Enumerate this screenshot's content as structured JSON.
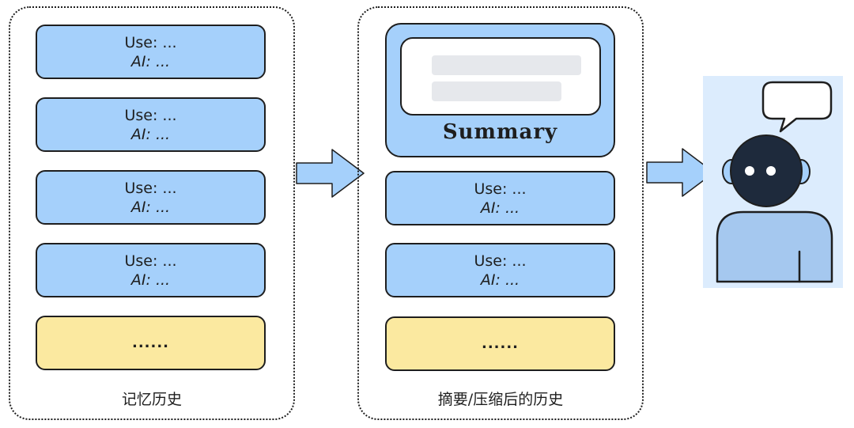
{
  "left_panel": {
    "messages": [
      {
        "user": "Use: ...",
        "ai": "AI: ..."
      },
      {
        "user": "Use: ...",
        "ai": "AI: ..."
      },
      {
        "user": "Use: ...",
        "ai": "AI: ..."
      },
      {
        "user": "Use: ...",
        "ai": "AI: ..."
      }
    ],
    "more": "......",
    "caption": "记忆历史"
  },
  "middle_panel": {
    "summary_label": "Summary",
    "messages": [
      {
        "user": "Use: ...",
        "ai": "AI: ..."
      },
      {
        "user": "Use: ...",
        "ai": "AI: ..."
      }
    ],
    "more": "......",
    "caption": "摘要/压缩后的历史"
  },
  "colors": {
    "message_fill": "#a5d0fb",
    "more_fill": "#fbe9a0",
    "robot_background": "#dcecfd",
    "robot_head": "#1e2a3c",
    "stroke": "#1e1e1e"
  },
  "icons": [
    "arrow-right-icon",
    "robot-icon",
    "speech-bubble-icon"
  ]
}
